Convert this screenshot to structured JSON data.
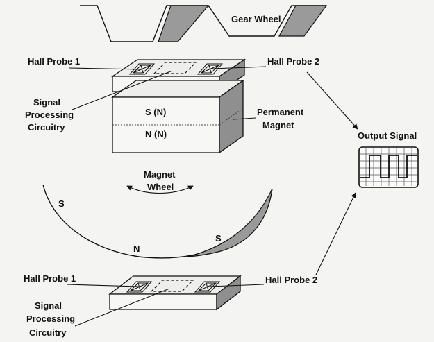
{
  "labels": {
    "gear_wheel": "Gear Wheel",
    "hall_probe_1_top": "Hall Probe 1",
    "hall_probe_2_top": "Hall Probe 2",
    "signal_top": [
      "Signal",
      "Processing",
      "Circuitry"
    ],
    "pole_top": "S (N)",
    "pole_bottom": "N (N)",
    "permanent_magnet": [
      "Permanent",
      "Magnet"
    ],
    "output_signal": "Output Signal",
    "magnet_wheel": [
      "Magnet",
      "Wheel"
    ],
    "pole_s_left": "S",
    "pole_n": "N",
    "pole_s_right": "S",
    "hall_probe_1_bottom": "Hall Probe 1",
    "hall_probe_2_bottom": "Hall Probe 2",
    "signal_bottom": [
      "Signal",
      "Processing",
      "Circuitry"
    ]
  },
  "colors": {
    "ink": "#111111",
    "shade": "#8f8f8f",
    "paper": "#f4f4f2"
  }
}
